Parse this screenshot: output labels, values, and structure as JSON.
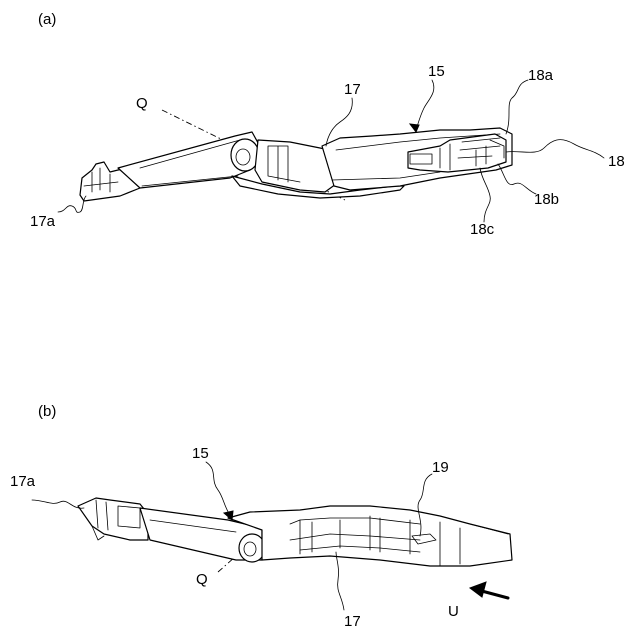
{
  "figure_a": {
    "panel_label": "(a)",
    "labels": {
      "axis": "Q",
      "arm": "17",
      "arm_end": "17a",
      "assembly": "15",
      "head": "18",
      "head_a": "18a",
      "head_b": "18b",
      "head_c": "18c"
    }
  },
  "figure_b": {
    "panel_label": "(b)",
    "labels": {
      "axis": "Q",
      "arm": "17",
      "arm_end": "17a",
      "assembly": "15",
      "slot": "19",
      "direction": "U"
    }
  }
}
